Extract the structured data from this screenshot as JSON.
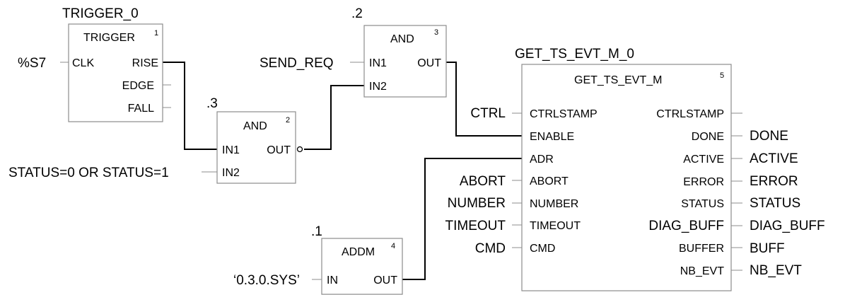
{
  "blocks": {
    "trigger": {
      "instance": "TRIGGER_0",
      "type": "TRIGGER",
      "order": "1",
      "inputs": [
        "CLK"
      ],
      "outputs": [
        "RISE",
        "EDGE",
        "FALL"
      ]
    },
    "and2": {
      "instance": ".3",
      "type": "AND",
      "order": "2",
      "inputs": [
        "IN1",
        "IN2"
      ],
      "outputs": [
        "OUT"
      ]
    },
    "and3": {
      "instance": ".2",
      "type": "AND",
      "order": "3",
      "inputs": [
        "IN1",
        "IN2"
      ],
      "outputs": [
        "OUT"
      ]
    },
    "addm": {
      "instance": ".1",
      "type": "ADDM",
      "order": "4",
      "inputs": [
        "IN"
      ],
      "outputs": [
        "OUT"
      ]
    },
    "get_ts": {
      "instance": "GET_TS_EVT_M_0",
      "type": "GET_TS_EVT_M",
      "order": "5",
      "inputs": [
        "CTRLSTAMP",
        "ENABLE",
        "ADR",
        "ABORT",
        "NUMBER",
        "TIMEOUT",
        "CMD"
      ],
      "outputs": [
        "CTRLSTAMP",
        "DONE",
        "ACTIVE",
        "ERROR",
        "STATUS",
        "DIAG_BUFF",
        "BUFFER",
        "NB_EVT"
      ]
    }
  },
  "variables": {
    "clk_in": "%S7",
    "status_cond": "STATUS=0 OR STATUS=1",
    "send_req": "SEND_REQ",
    "addr_literal": "‘0.3.0.SYS’",
    "ctrl": "CTRL",
    "abort": "ABORT",
    "number": "NUMBER",
    "timeout": "TIMEOUT",
    "cmd": "CMD",
    "done": "DONE",
    "active": "ACTIVE",
    "error": "ERROR",
    "status": "STATUS",
    "diag_in": "DIAG_BUFF",
    "diag_out": "DIAG_BUFF",
    "buff": "BUFF",
    "nb_evt": "NB_EVT"
  }
}
